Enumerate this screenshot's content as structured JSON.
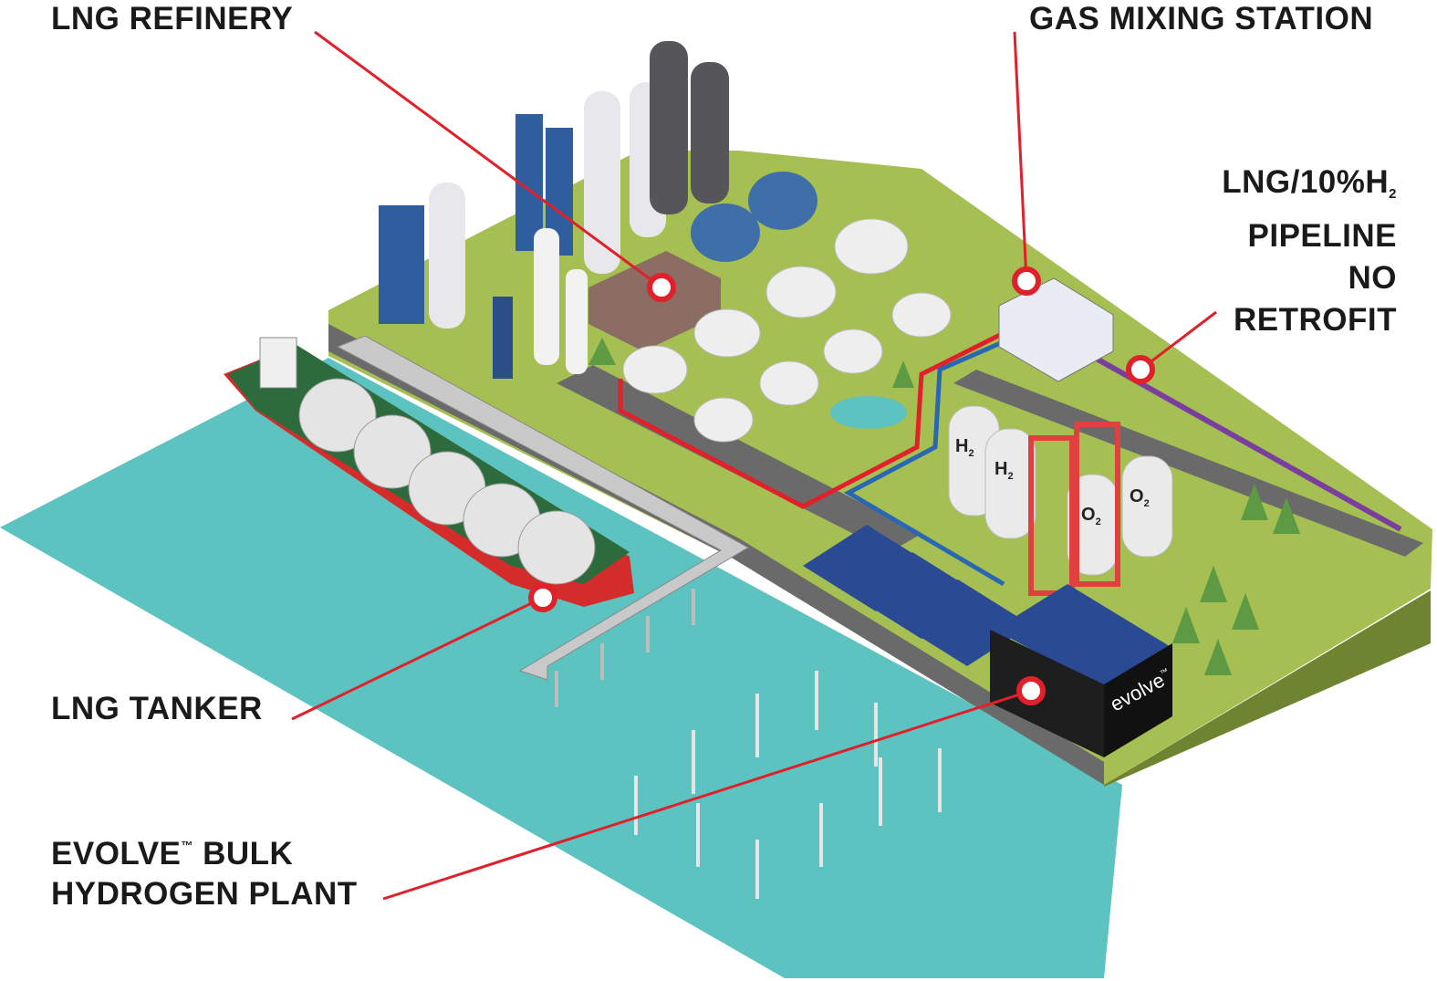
{
  "labels": {
    "refinery": "LNG REFINERY",
    "gas_mixing": "GAS MIXING STATION",
    "pipeline_line1_main": "LNG/10%H",
    "pipeline_line1_sub": "2",
    "pipeline_line2": "PIPELINE",
    "pipeline_line3": "NO",
    "pipeline_line4": "RETROFIT",
    "tanker": "LNG TANKER",
    "plant_line1_main": "EVOLVE",
    "plant_line1_tm": "™",
    "plant_line1_rest": " BULK",
    "plant_line2": "HYDROGEN PLANT"
  },
  "scene_text": {
    "h2": "H",
    "h2_sub": "2",
    "o2": "O",
    "o2_sub": "2",
    "brand": "evolve",
    "brand_tm": "™"
  },
  "colors": {
    "callout": "#e0202a",
    "ground": "#a5bf52",
    "sea": "#5cc3c0",
    "road": "#6a6a6a",
    "hull": "#d42b2b",
    "pipeline_purple": "#7a3f9e",
    "pipe_blue": "#2a67b3",
    "solar": "#2b4a94",
    "frame_red": "#e0403f"
  }
}
